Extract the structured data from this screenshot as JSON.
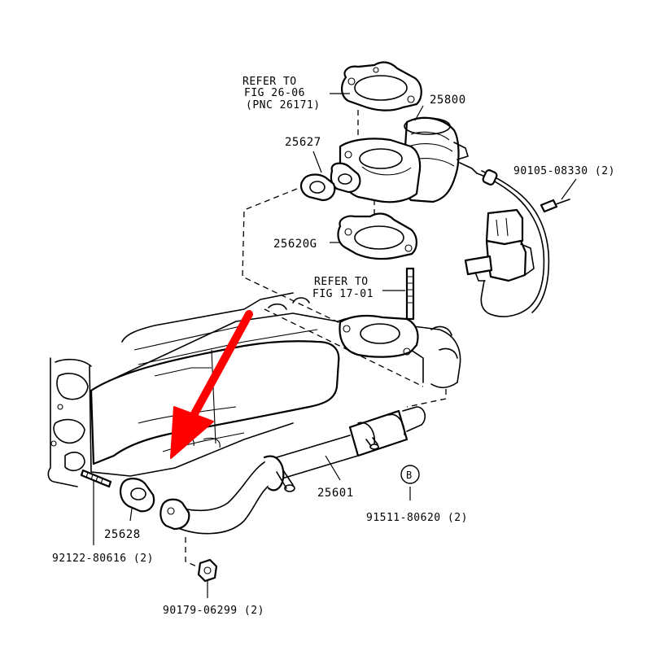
{
  "labels": {
    "refer_fig_26": [
      "REFER TO",
      "FIG 26-06",
      "(PNC 26171)"
    ],
    "refer_fig_17": [
      "REFER TO",
      "FIG 17-01"
    ],
    "p25800": "25800",
    "p25627": "25627",
    "p25620g": "25620G",
    "p90105": "90105-08330 (2)",
    "p25601": "25601",
    "p91511": "91511-80620 (2)",
    "b_marker": "B",
    "p25628": "25628",
    "p92122": "92122-80616 (2)",
    "p90179": "90179-06299 (2)"
  },
  "colors": {
    "arrow": "#ff0000",
    "line": "#000000"
  },
  "icons": {
    "pointer": "red-arrow-icon",
    "bolt": "bolt-icon",
    "nut": "nut-icon",
    "marker": "circle-b-marker-icon"
  }
}
